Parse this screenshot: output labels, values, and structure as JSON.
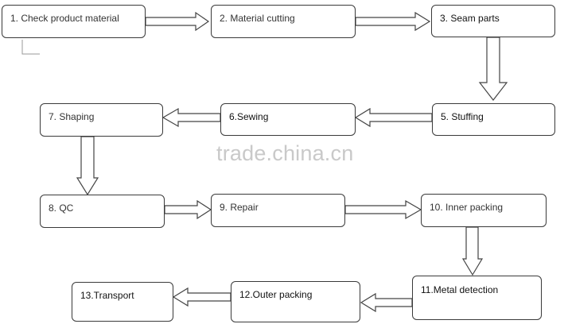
{
  "steps": [
    {
      "id": 1,
      "label": "1. Check product material"
    },
    {
      "id": 2,
      "label": "2. Material cutting"
    },
    {
      "id": 3,
      "label": "3. Seam parts"
    },
    {
      "id": 5,
      "label": "5. Stuffing"
    },
    {
      "id": 6,
      "label": "6.Sewing"
    },
    {
      "id": 7,
      "label": "7. Shaping"
    },
    {
      "id": 8,
      "label": "8. QC"
    },
    {
      "id": 9,
      "label": "9. Repair"
    },
    {
      "id": 10,
      "label": "10. Inner packing"
    },
    {
      "id": 11,
      "label": "11.Metal detection"
    },
    {
      "id": 12,
      "label": "12.Outer packing"
    },
    {
      "id": 13,
      "label": "13.Transport"
    }
  ],
  "flow": [
    {
      "from": 1,
      "to": 2,
      "direction": "right"
    },
    {
      "from": 2,
      "to": 3,
      "direction": "right"
    },
    {
      "from": 3,
      "to": 5,
      "direction": "down"
    },
    {
      "from": 5,
      "to": 6,
      "direction": "left"
    },
    {
      "from": 6,
      "to": 7,
      "direction": "left"
    },
    {
      "from": 7,
      "to": 8,
      "direction": "down"
    },
    {
      "from": 8,
      "to": 9,
      "direction": "right"
    },
    {
      "from": 9,
      "to": 10,
      "direction": "right"
    },
    {
      "from": 10,
      "to": 11,
      "direction": "down"
    },
    {
      "from": 11,
      "to": 12,
      "direction": "left"
    },
    {
      "from": 12,
      "to": 13,
      "direction": "left"
    }
  ],
  "watermark": "trade.china.cn",
  "colors": {
    "border": "#3a3a3a",
    "text": "#333333",
    "watermark": "#c9c9c9",
    "background": "#ffffff"
  }
}
